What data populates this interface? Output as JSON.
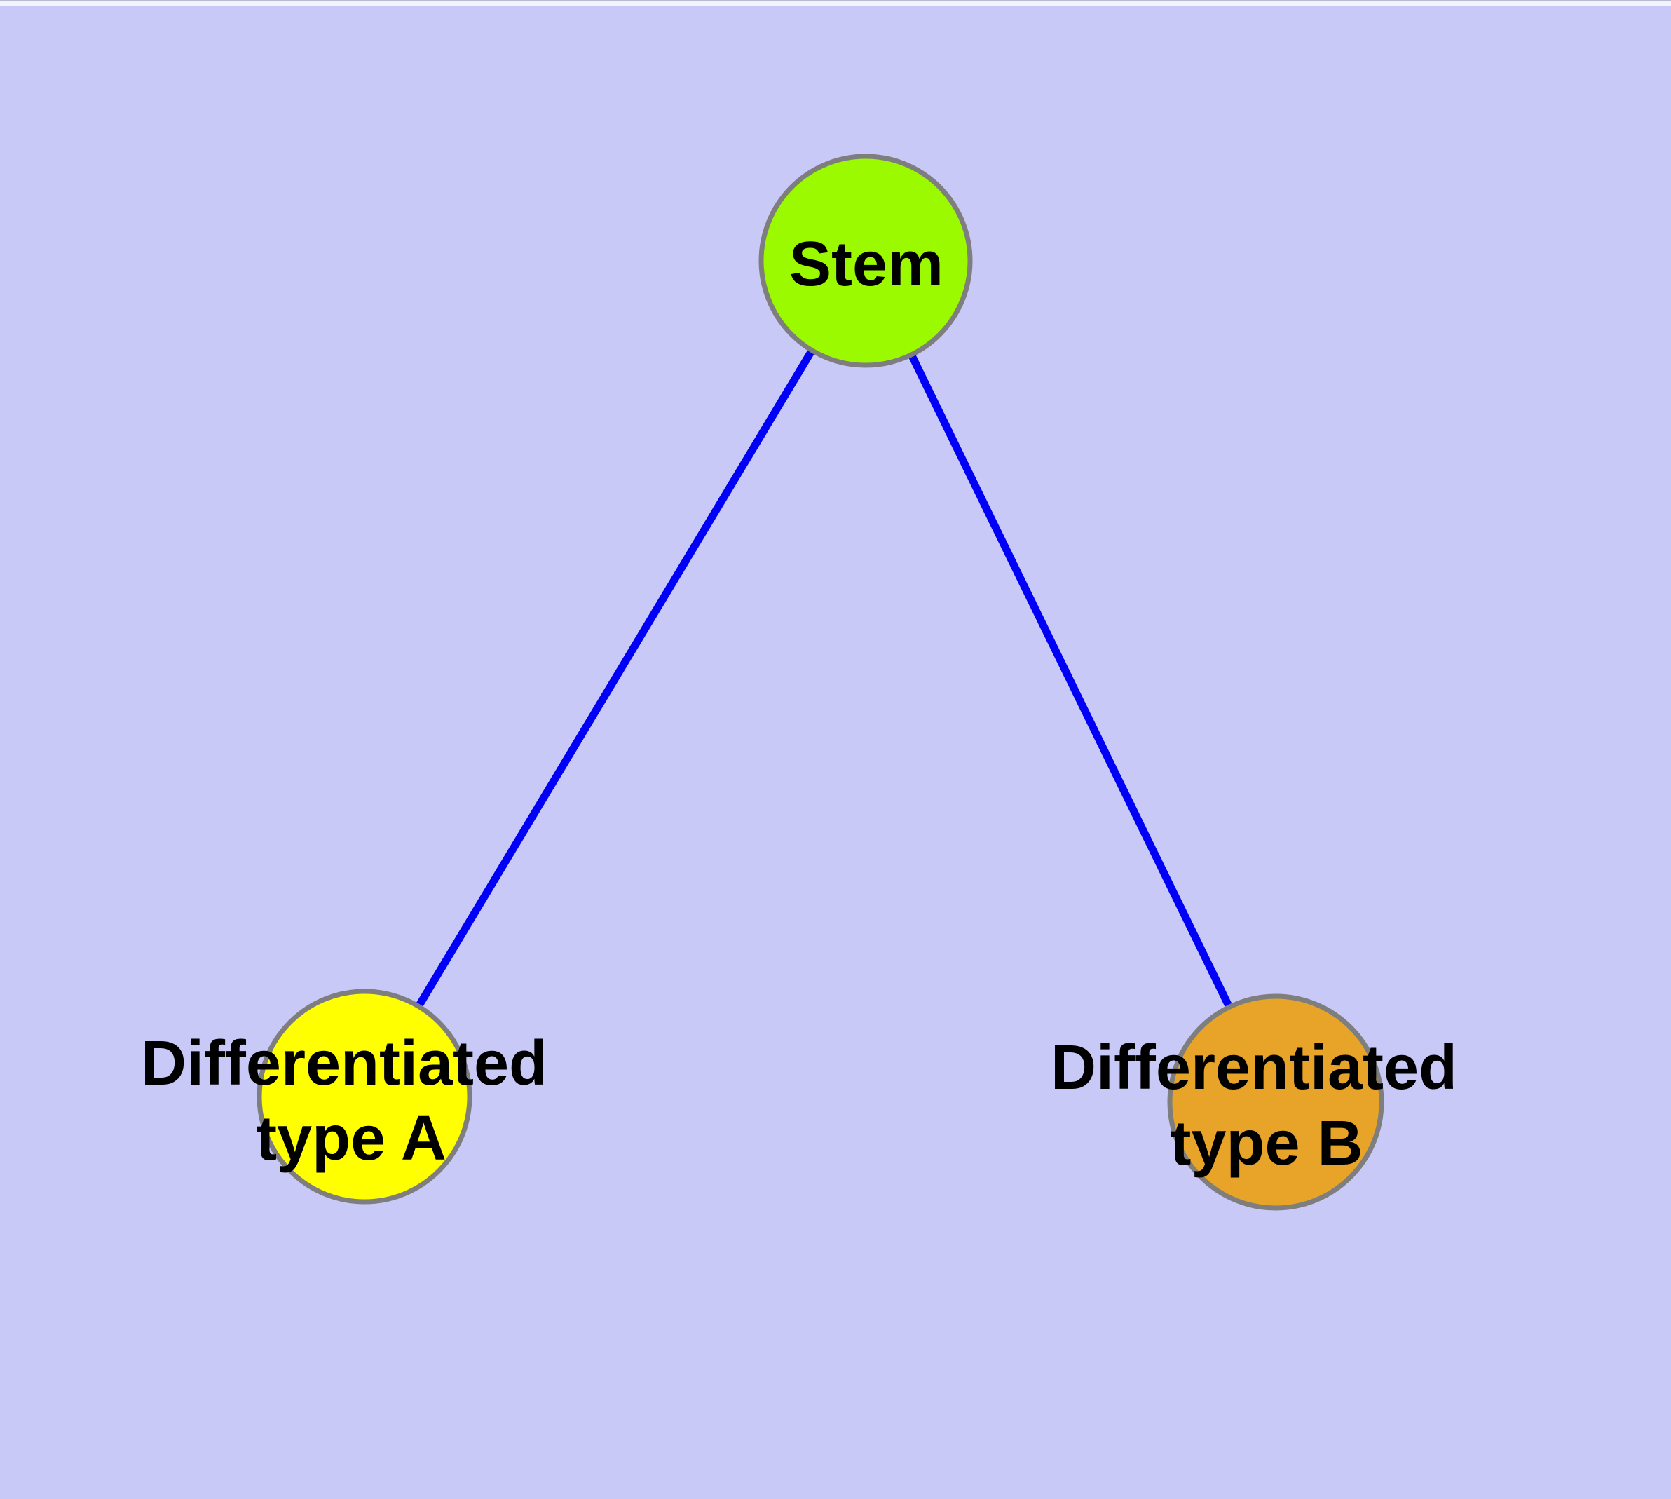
{
  "diagram": {
    "background_color": "#C9C9F8",
    "edge_color": "#0000F8",
    "node_border_color": "#7E7E7E",
    "label_color": "#000000",
    "nodes": [
      {
        "id": "stem",
        "label": "Stem",
        "color": "#9BFA00"
      },
      {
        "id": "differentiated-type-a",
        "label_lines": [
          "Differentiated",
          "type A"
        ],
        "color": "#FFFF00"
      },
      {
        "id": "differentiated-type-b",
        "label_lines": [
          "Differentiated",
          "type B"
        ],
        "color": "#E7A428"
      }
    ],
    "edges": [
      {
        "from": "stem",
        "to": "differentiated-type-a"
      },
      {
        "from": "stem",
        "to": "differentiated-type-b"
      }
    ]
  }
}
